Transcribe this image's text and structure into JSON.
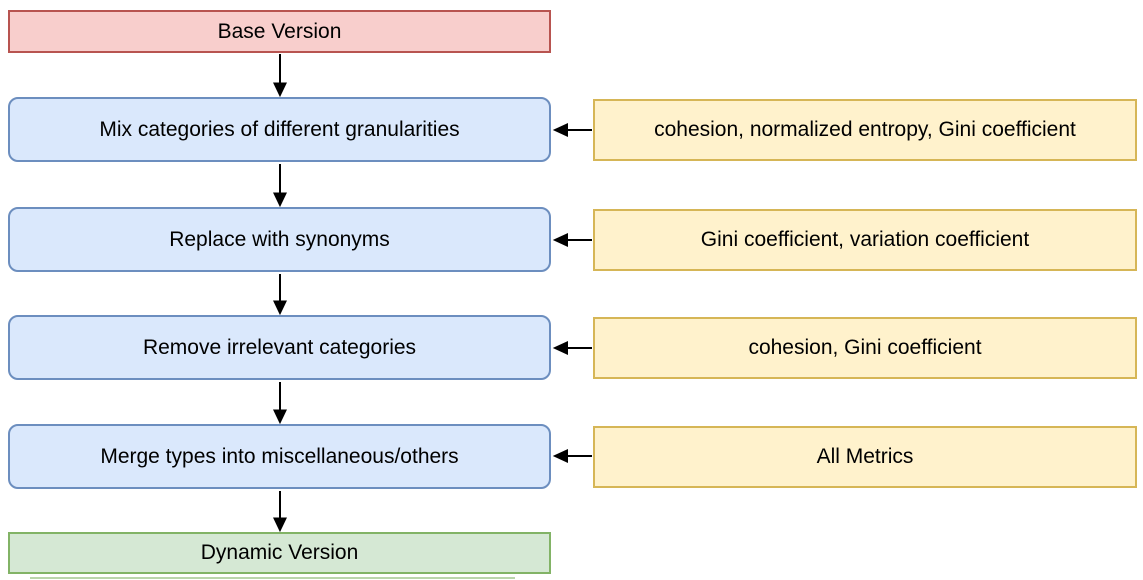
{
  "diagram": {
    "start": {
      "label": "Base Version"
    },
    "end": {
      "label": "Dynamic Version"
    },
    "steps": [
      {
        "label": "Mix categories of different granularities",
        "metrics": "cohesion, normalized entropy, Gini coefficient"
      },
      {
        "label": "Replace with synonyms",
        "metrics": "Gini coefficient, variation coefficient"
      },
      {
        "label": "Remove irrelevant categories",
        "metrics": "cohesion, Gini coefficient"
      },
      {
        "label": "Merge types into miscellaneous/others",
        "metrics": "All Metrics"
      }
    ],
    "colors": {
      "start_fill": "#f8cecc",
      "start_border": "#b85450",
      "step_fill": "#dae8fc",
      "step_border": "#6c8ebf",
      "metric_fill": "#fff2cc",
      "metric_border": "#d6b656",
      "end_fill": "#d5e8d4",
      "end_border": "#82b366",
      "arrow": "#000000"
    }
  }
}
